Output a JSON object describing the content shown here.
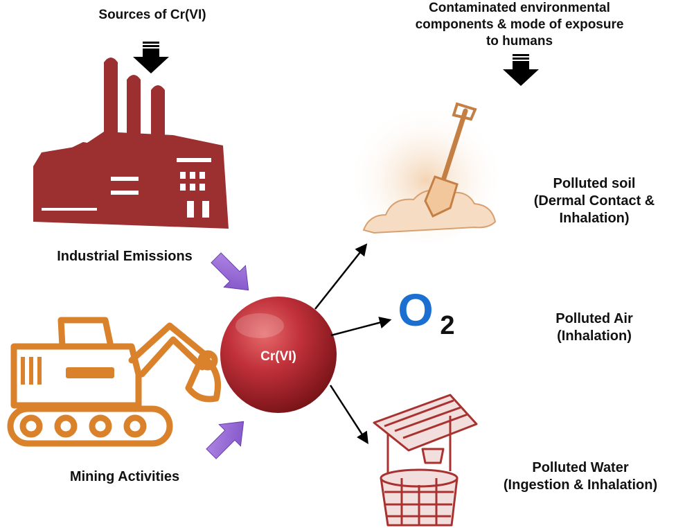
{
  "headers": {
    "sources": "Sources of Cr(VI)",
    "exposure": [
      "Contaminated environmental",
      "components & mode of exposure",
      "to humans"
    ]
  },
  "sources": {
    "industrial": "Industrial Emissions",
    "mining": "Mining Activities"
  },
  "center": {
    "label": "Cr(VI)"
  },
  "oxygen": {
    "symbol": "O",
    "subscript": "2"
  },
  "outcomes": {
    "soil": [
      "Polluted soil",
      "(Dermal Contact &",
      "Inhalation)"
    ],
    "air": [
      "Polluted Air",
      "(Inhalation)"
    ],
    "water": [
      "Polluted Water",
      "(Ingestion & Inhalation)"
    ]
  },
  "colors": {
    "factory": "#9c2f2f",
    "excavator": "#d9822b",
    "sphere": "#c0303a",
    "source_arrow": "#9b6bd4",
    "oxygen": "#1a6fd0",
    "soil": "#e0b48a",
    "well": "#a8322f"
  },
  "icons": [
    "down-arrow-icon",
    "factory-icon",
    "excavator-icon",
    "shovel-soil-icon",
    "oxygen-icon",
    "well-icon"
  ]
}
